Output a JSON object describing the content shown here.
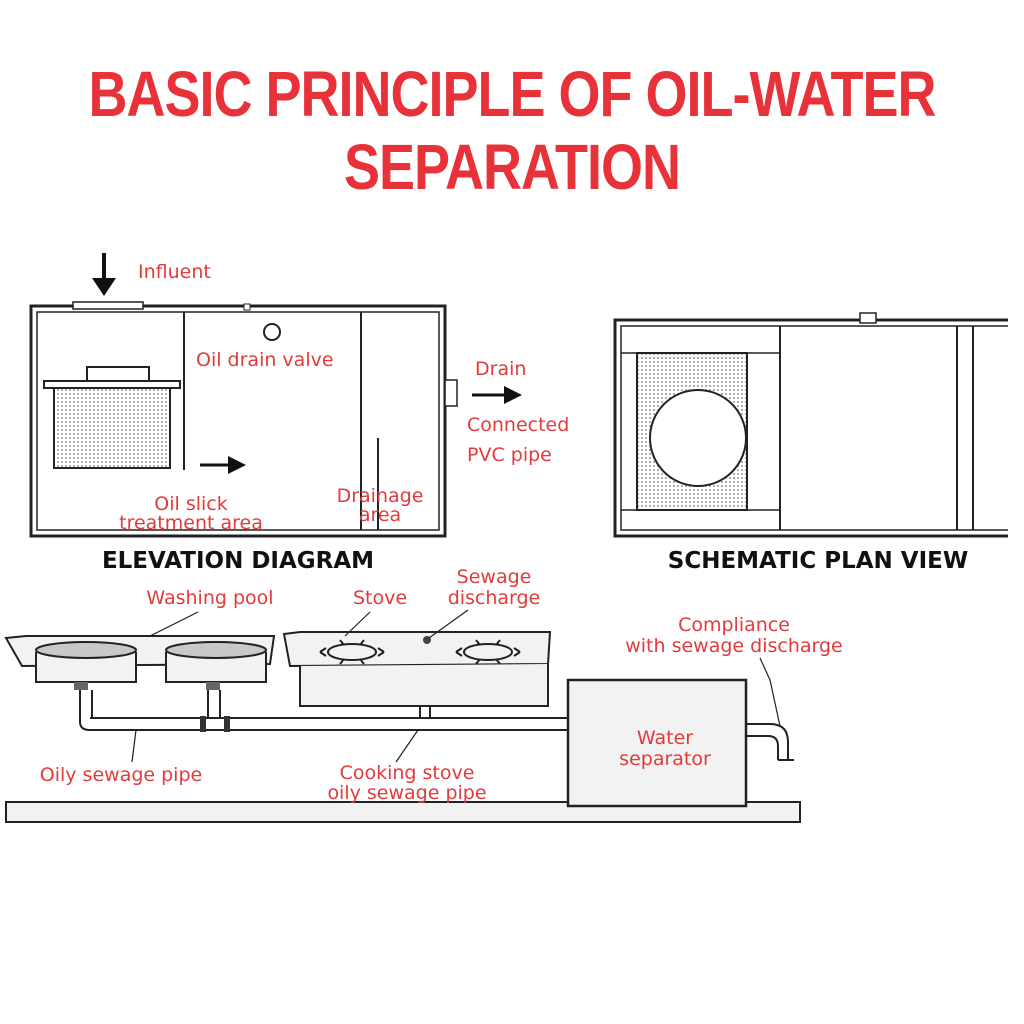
{
  "title": "BASIC PRINCIPLE OF OIL-WATER SEPARATION",
  "colors": {
    "title": "#e8323a",
    "label": "#e23b3b",
    "line": "#222222",
    "panel_fill": "#f2f2f2"
  },
  "elevation": {
    "caption": "ELEVATION DIAGRAM",
    "influent": "Influent",
    "oil_drain_valve": "Oil drain valve",
    "drain": "Drain",
    "connected_1": "Connected",
    "connected_2": "PVC pipe",
    "oil_slick_1": "Oil slick",
    "oil_slick_2": "treatment area",
    "drainage_1": "Drainage",
    "drainage_2": "area"
  },
  "plan": {
    "caption": "SCHEMATIC PLAN VIEW"
  },
  "kitchen": {
    "washing_pool": "Washing pool",
    "stove": "Stove",
    "sewage_discharge_1": "Sewage",
    "sewage_discharge_2": "discharge",
    "compliance_1": "Compliance",
    "compliance_2": "with sewage discharge",
    "water_separator_1": "Water",
    "water_separator_2": "separator",
    "oily_sewage_pipe": "Oily sewage pipe",
    "cooking_stove_1": "Cooking stove",
    "cooking_stove_2": "oily sewage pipe"
  }
}
